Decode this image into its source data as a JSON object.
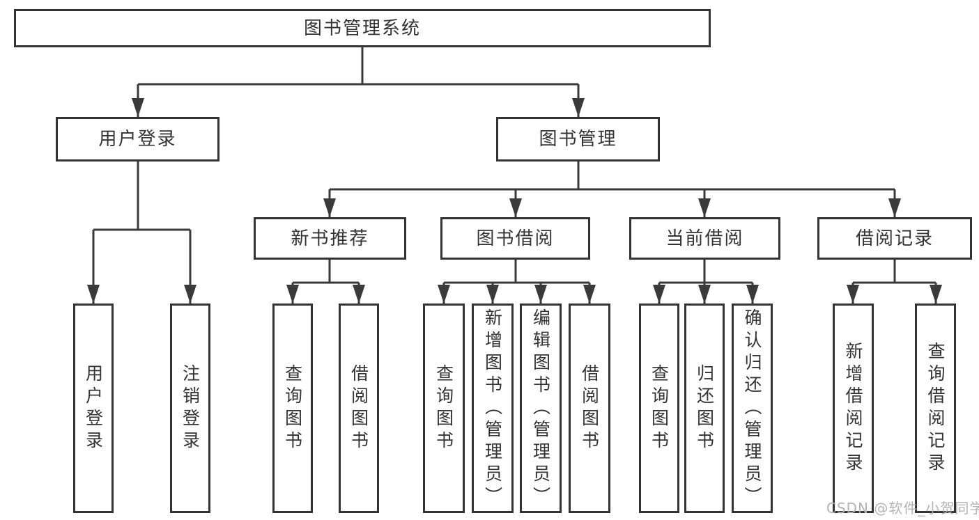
{
  "diagram": {
    "root": {
      "label": "图书管理系统"
    },
    "level2": [
      {
        "label": "用户登录"
      },
      {
        "label": "图书管理"
      }
    ],
    "level3": [
      {
        "label": "新书推荐"
      },
      {
        "label": "图书借阅"
      },
      {
        "label": "当前借阅"
      },
      {
        "label": "借阅记录"
      }
    ],
    "leaves": {
      "user_login": [
        {
          "label": "用户登录"
        },
        {
          "label": "注销登录"
        }
      ],
      "new_book": [
        {
          "label": "查询图书"
        },
        {
          "label": "借阅图书"
        }
      ],
      "book_borrow": [
        {
          "label": "查询图书"
        },
        {
          "label": "新增图书（管理员）"
        },
        {
          "label": "编辑图书（管理员）"
        },
        {
          "label": "借阅图书"
        }
      ],
      "current_borrow": [
        {
          "label": "查询图书"
        },
        {
          "label": "归还图书"
        },
        {
          "label": "确认归还（管理员）"
        }
      ],
      "borrow_record": [
        {
          "label": "新增借阅记录"
        },
        {
          "label": "查询借阅记录"
        }
      ]
    }
  },
  "watermark": {
    "text": "CSDN @软件_小贺同学"
  },
  "colors": {
    "line": "#3a3a3a",
    "box_border": "#333333",
    "text": "#333333",
    "background": "#ffffff",
    "watermark": "#b3b3b3"
  }
}
